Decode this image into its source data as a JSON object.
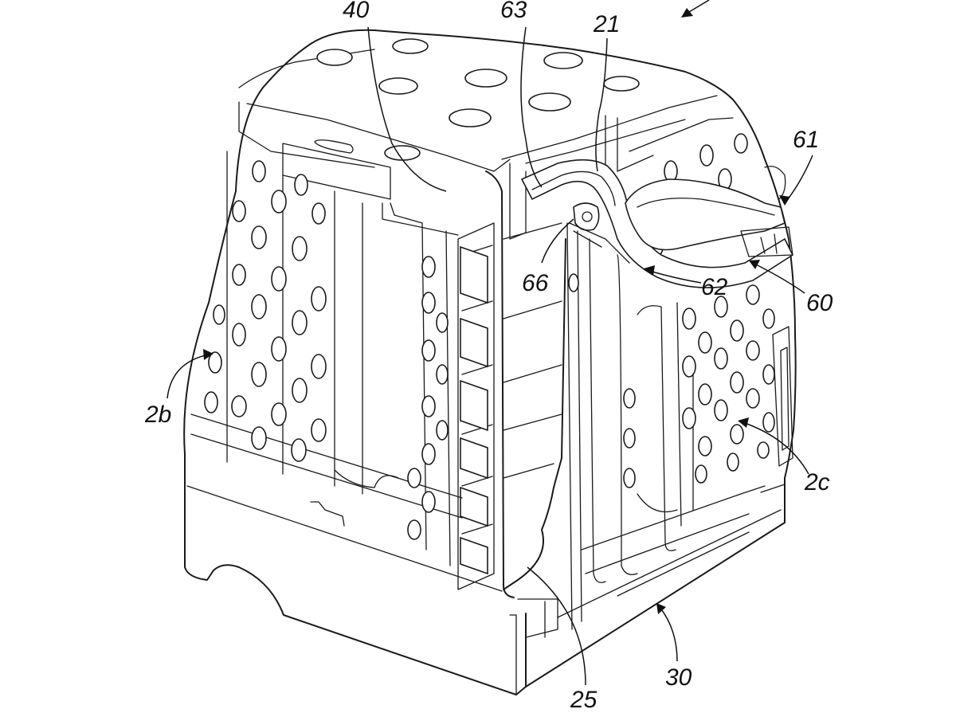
{
  "figure": {
    "labels": [
      {
        "id": "ref-40",
        "text": "40"
      },
      {
        "id": "ref-63",
        "text": "63"
      },
      {
        "id": "ref-21",
        "text": "21"
      },
      {
        "id": "ref-61",
        "text": "61"
      },
      {
        "id": "ref-66",
        "text": "66"
      },
      {
        "id": "ref-62",
        "text": "62"
      },
      {
        "id": "ref-60",
        "text": "60"
      },
      {
        "id": "ref-2b",
        "text": "2b"
      },
      {
        "id": "ref-2c",
        "text": "2c"
      },
      {
        "id": "ref-30",
        "text": "30"
      },
      {
        "id": "ref-25",
        "text": "25"
      }
    ]
  }
}
